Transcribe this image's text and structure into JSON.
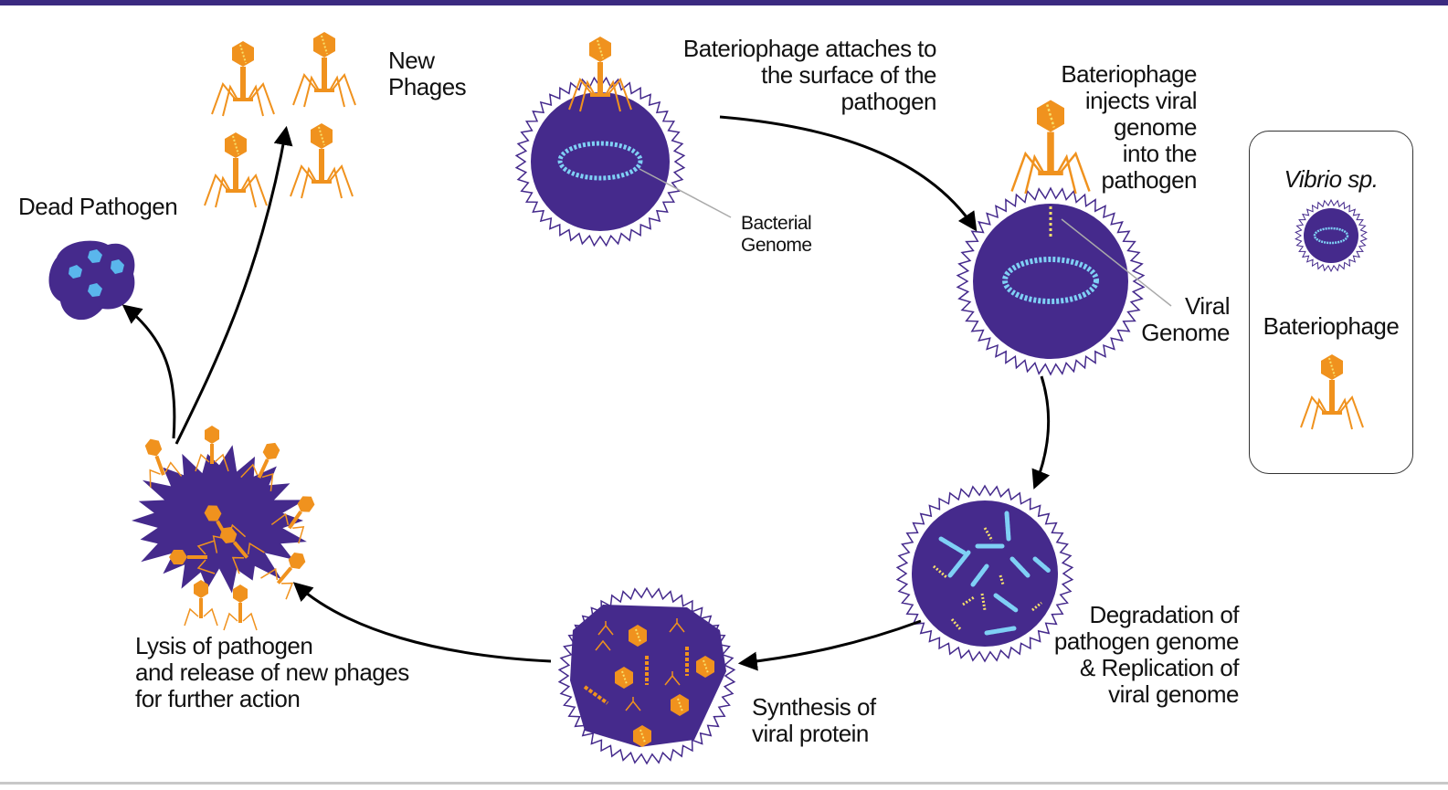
{
  "labels": {
    "attach": "Bateriophage attaches to\nthe surface of the\npathogen",
    "inject": "Bateriophage\ninjects viral\ngenome\ninto the\npathogen",
    "viral_genome": "Viral\nGenome",
    "bacterial_genome": "Bacterial\nGenome",
    "degradation": "Degradation of\npathogen genome\n& Replication of\nviral genome",
    "synthesis": "Synthesis of\nviral protein",
    "lysis": "Lysis of pathogen\nand release of new phages\nfor further action",
    "dead": "Dead Pathogen",
    "new_phages": "New\nPhages"
  },
  "legend": {
    "vibrio": "Vibrio sp.",
    "phage": "Bateriophage"
  },
  "colors": {
    "cell": "#452a8c",
    "phage": "#f0921e",
    "genome": "#7fd0f5",
    "viral_dna": "#f7e06b",
    "arrow": "#000000",
    "header_bar": "#3b2a80"
  }
}
